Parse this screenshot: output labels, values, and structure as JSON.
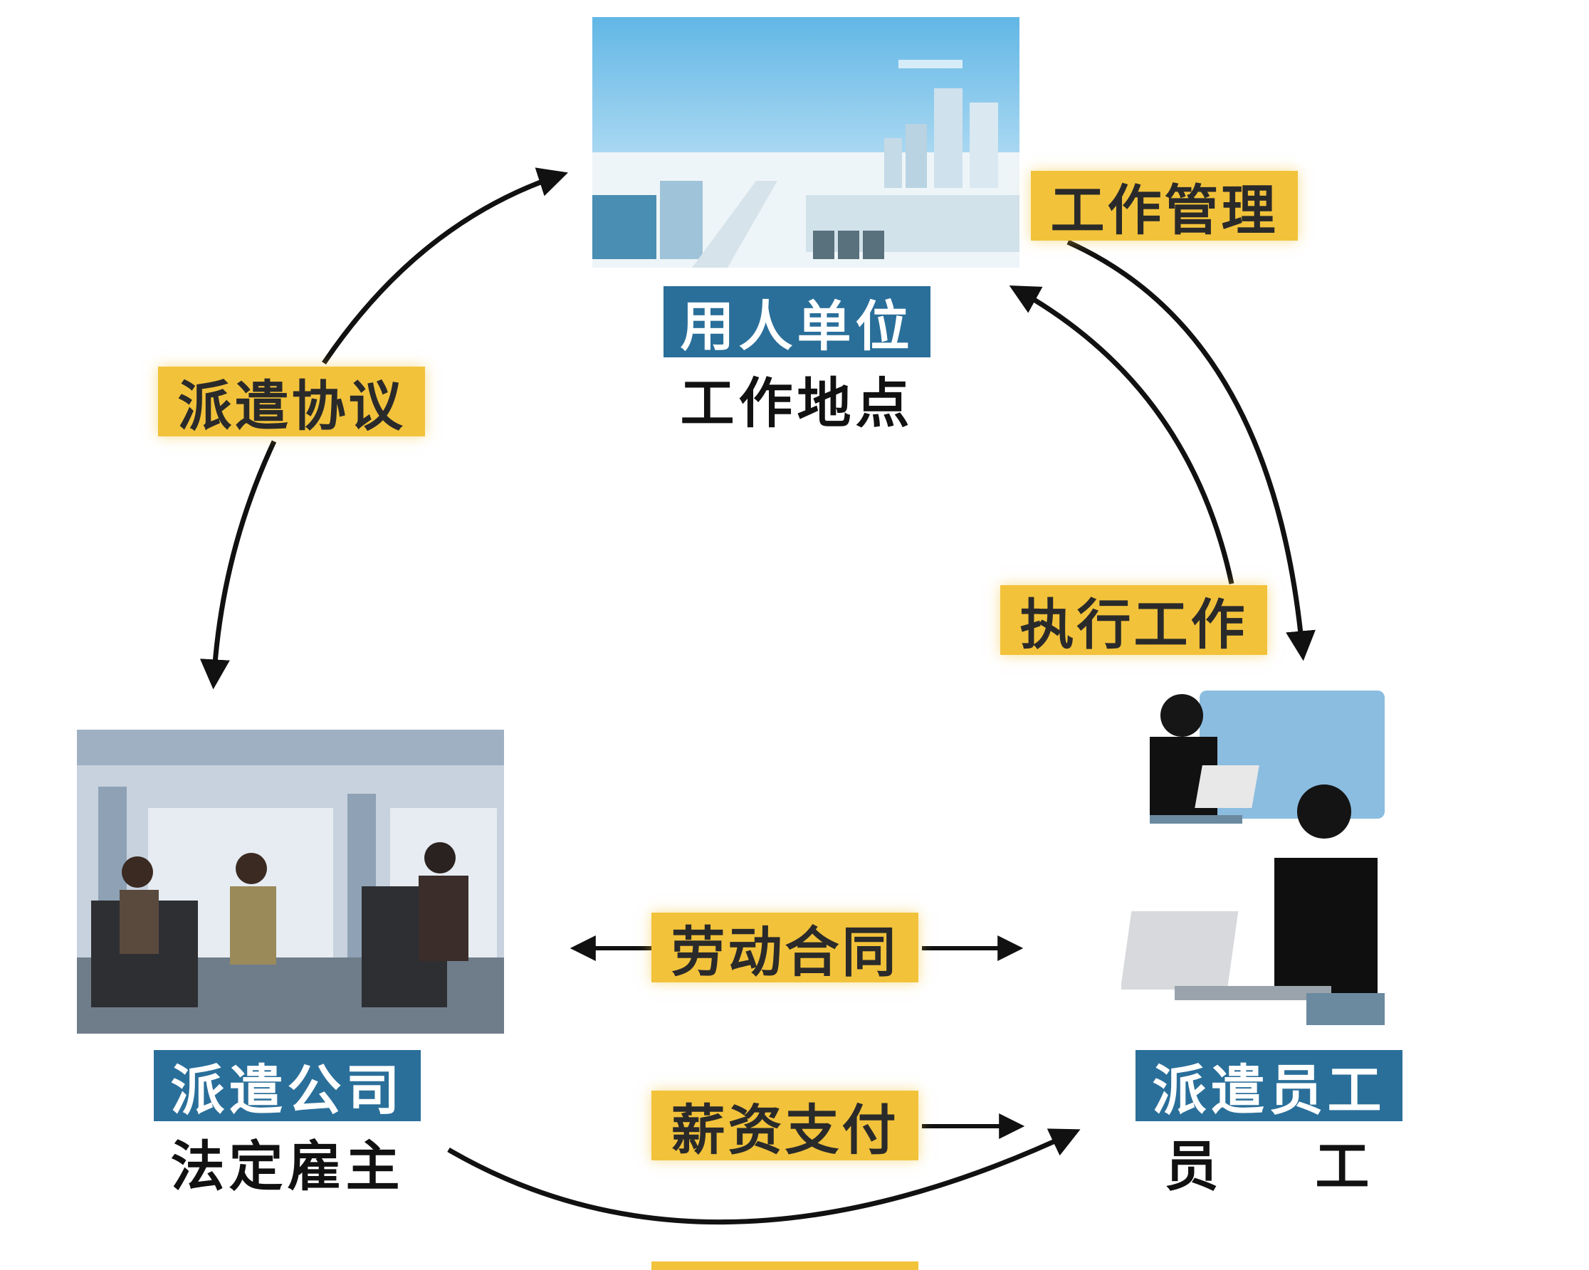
{
  "nodes": {
    "employer": {
      "role": "用人单位",
      "subtitle": "工作地点"
    },
    "agency": {
      "role": "派遣公司",
      "subtitle": "法定雇主"
    },
    "worker": {
      "role": "派遣员工",
      "subtitle": "员    工"
    }
  },
  "relations": {
    "dispatch_agreement": "派遣协议",
    "work_management": "工作管理",
    "perform_work": "执行工作",
    "labor_contract": "劳动合同",
    "salary_payment": "薪资支付"
  },
  "colors": {
    "tag_yellow": "#f2c23a",
    "role_blue": "#2a6f9a",
    "arrow": "#111111"
  },
  "icons": [
    "city-skyline-image",
    "office-meeting-image",
    "office-workers-image"
  ]
}
